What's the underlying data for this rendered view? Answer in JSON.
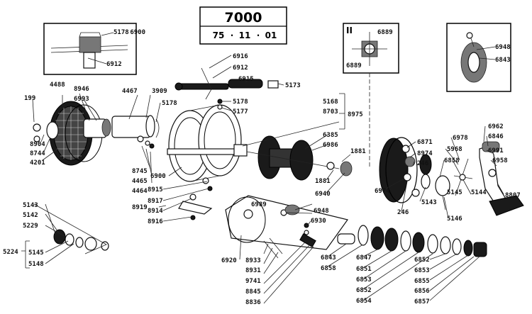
{
  "diagram": {
    "model": "7000",
    "code": [
      "75",
      "11",
      "01"
    ],
    "inset_marker": "II",
    "labels": [
      "5178",
      "6900",
      "6912",
      "6916",
      "6912",
      "6915",
      "5173",
      "5178",
      "5177",
      "4488",
      "199",
      "8946",
      "6993",
      "4467",
      "3909",
      "5178",
      "8904",
      "8744",
      "4201",
      "8745",
      "4465",
      "4464",
      "6900",
      "8915",
      "8917",
      "8914",
      "8916",
      "8919",
      "5168",
      "8703",
      "8975",
      "6385",
      "6986",
      "1881",
      "1881",
      "6940",
      "6889",
      "6889",
      "6948",
      "6843",
      "6871",
      "8974",
      "246",
      "6978",
      "5968",
      "6858",
      "6962",
      "6846",
      "6991",
      "6958",
      "8807",
      "5143",
      "5145",
      "5144",
      "5146",
      "6974",
      "246",
      "5143",
      "5142",
      "5229",
      "5224",
      "5145",
      "5148",
      "6989",
      "6948",
      "6930",
      "6920",
      "8933",
      "8931",
      "9741",
      "8845",
      "8836",
      "6843",
      "6858",
      "6847",
      "6851",
      "6853",
      "6852",
      "6854",
      "6852",
      "6853",
      "6855",
      "6856",
      "6857"
    ]
  }
}
